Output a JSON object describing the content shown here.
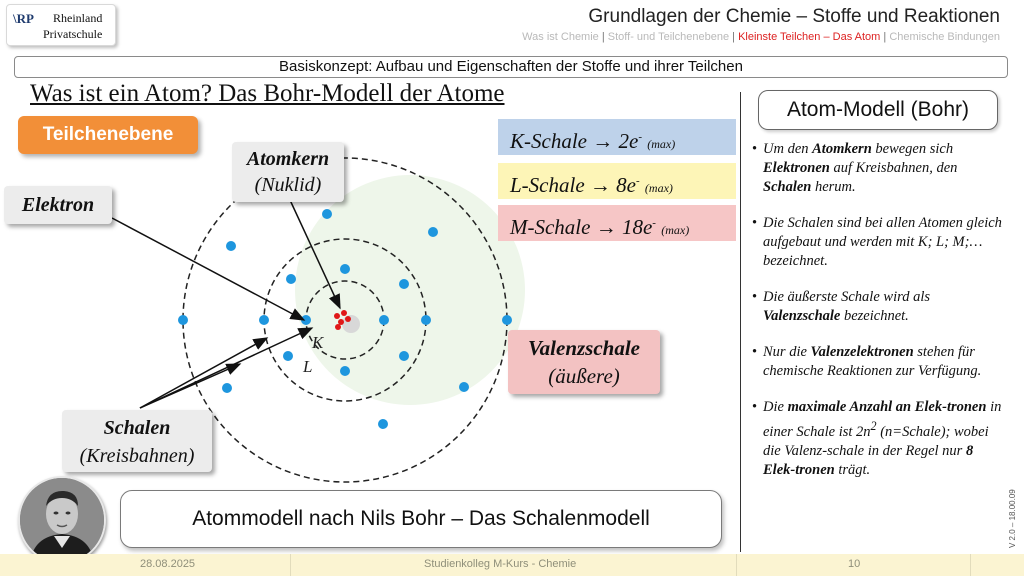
{
  "logo": {
    "mark": "\\RP",
    "line1": "Rheinland",
    "line2": "Privatschule"
  },
  "header": {
    "title": "Grundlagen der Chemie – Stoffe und Reaktionen",
    "breadcrumb": [
      {
        "text": "Was ist Chemie",
        "active": false
      },
      {
        "text": "Stoff- und Teilchenebene",
        "active": false
      },
      {
        "text": "Kleinste Teilchen – Das Atom",
        "active": true
      },
      {
        "text": "Chemische Bindungen",
        "active": false
      }
    ]
  },
  "concept_bar": "Basiskonzept: Aufbau und Eigenschaften der Stoffe und ihrer Teilchen",
  "heading": "Was ist ein Atom? Das Bohr-Modell der Atome",
  "chip": "Teilchenebene",
  "labels": {
    "elektron": "Elektron",
    "atomkern_1": "Atomkern",
    "atomkern_2": "(Nuklid)",
    "schalen_1": "Schalen",
    "schalen_2": "(Kreisbahnen)",
    "valenz_1": "Valenzschale",
    "valenz_2": "(äußere)",
    "ring_k": "K",
    "ring_l": "L"
  },
  "shells": [
    {
      "name": "K-Schale",
      "arrow": "→",
      "count": "2e",
      "sup": "-",
      "max": "(max)"
    },
    {
      "name": "L-Schale",
      "arrow": "→",
      "count": "8e",
      "sup": "-",
      "max": "(max)"
    },
    {
      "name": "M-Schale",
      "arrow": "→",
      "count": "18e",
      "sup": "-",
      "max": "(max)"
    }
  ],
  "sidebar": {
    "title": "Atom-Modell (Bohr)",
    "b1": [
      "Um den ",
      "Atomkern",
      " bewegen sich ",
      "Elektronen",
      " auf Kreisbahnen, den ",
      "Schalen",
      " herum."
    ],
    "b2": "Die Schalen sind bei allen Atomen gleich aufgebaut und werden mit K; L; M;… bezeichnet.",
    "b3": [
      "Die äußerste Schale wird als ",
      "Valenzschale",
      " bezeichnet."
    ],
    "b4": [
      "Nur die ",
      "Valenzelektronen",
      " stehen für chemische Reaktionen zur Verfügung."
    ],
    "b5": [
      "Die ",
      "maximale Anzahl an Elek-tronen",
      " in einer Schale ist 2n",
      "2",
      " (n=Schale); wobei die Valenz-schale in der Regel nur ",
      "8 Elek-tronen",
      " trägt."
    ]
  },
  "caption": "Atommodell nach Nils Bohr – Das Schalenmodell",
  "footer": {
    "date": "28.08.2025",
    "center": "Studienkolleg M-Kurs - Chemie",
    "page": "10"
  },
  "version": "V 2.0 – 18.00.09",
  "colors": {
    "electron": "#1e96de",
    "nucleus": "#e01818",
    "chip": "#f28f38",
    "valenz": "#f3c2c2",
    "k_box": "#bed2ea",
    "l_box": "#fdf5b7",
    "m_box": "#f6c6c6",
    "footer": "#fbf4d2"
  },
  "atom": {
    "shells": 3,
    "electrons_per_shell": [
      2,
      8,
      8
    ]
  }
}
